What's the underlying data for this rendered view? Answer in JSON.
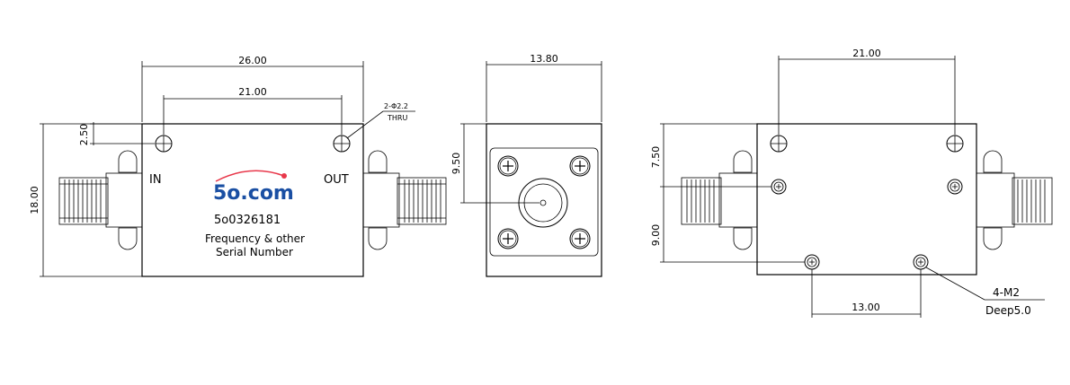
{
  "views": {
    "top": {
      "dims": {
        "overall_width": "26.00",
        "hole_spacing": "21.00",
        "hole_offset": "2.50",
        "height": "18.00"
      },
      "hole_note": {
        "line1": "2-Φ2.2",
        "line2": "THRU"
      },
      "labels": {
        "in": "IN",
        "out": "OUT"
      },
      "brand": "5o.com",
      "part_number": "5o0326181",
      "text_line1": "Frequency & other",
      "text_line2": "Serial Number"
    },
    "end": {
      "dims": {
        "width": "13.80",
        "center_height": "9.50"
      }
    },
    "bottom": {
      "dims": {
        "top_spacing": "21.00",
        "offset_a": "7.50",
        "offset_b": "9.00",
        "bottom_spacing": "13.00"
      },
      "thread_note": {
        "line1": "4-M2",
        "line2": "Deep5.0"
      }
    }
  },
  "colors": {
    "line": "#000000",
    "brand": "#1a4fa3",
    "accent": "#e8374a"
  }
}
